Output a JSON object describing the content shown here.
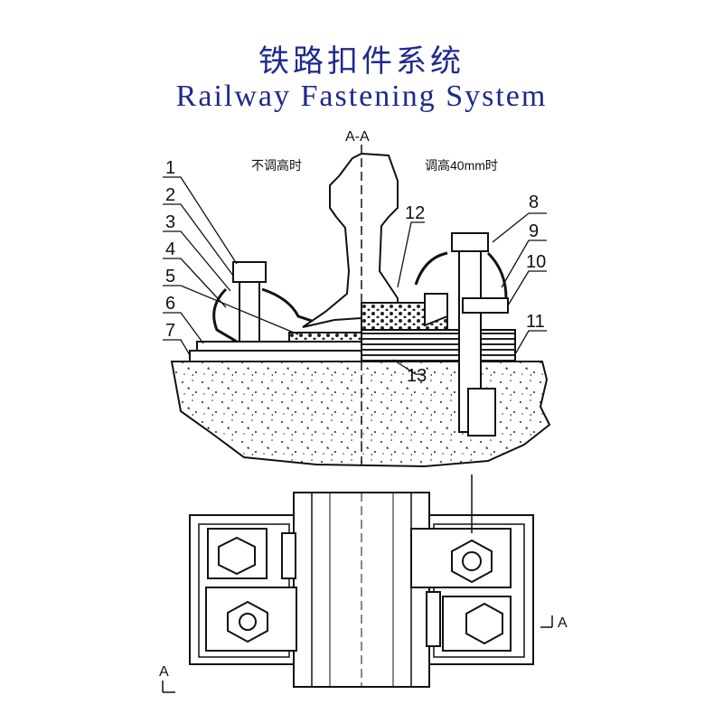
{
  "title_cn": "铁路扣件系统",
  "title_en": "Railway Fastening System",
  "section_label": "A-A",
  "left_note": "不调高时",
  "right_note": "调高40mm时",
  "callouts": [
    "1",
    "2",
    "3",
    "4",
    "5",
    "6",
    "7",
    "8",
    "9",
    "10",
    "11",
    "12",
    "13"
  ],
  "section_marks": [
    "A",
    "A"
  ],
  "colors": {
    "title": "#1f2a8c",
    "line": "#111111"
  }
}
